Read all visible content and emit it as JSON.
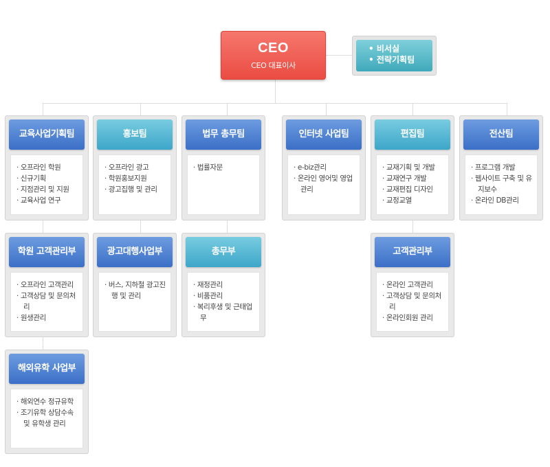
{
  "ceo": {
    "title": "CEO",
    "subtitle": "CEO 대표이사"
  },
  "support": {
    "items": [
      "비서실",
      "전략기획팀"
    ]
  },
  "departments": [
    {
      "name": "교육사업기획팀",
      "items": [
        "오프라인 학원",
        "신규기획",
        "지점관리 및 지원",
        "교육사업 연구"
      ]
    },
    {
      "name": "홍보팀",
      "items": [
        "오프라인 광고",
        "학원홍보지원",
        "광고집행 및 관리"
      ]
    },
    {
      "name": "법무 총무팀",
      "items": [
        "법률자문"
      ]
    },
    {
      "name": "인터넷 사업팀",
      "items": [
        "e-biz관리",
        "온라인 영어및 영업관리"
      ]
    },
    {
      "name": "편집팀",
      "items": [
        "교재기획 및 개발",
        "교재연구 개발",
        "교재편집 디자인",
        "교정교열"
      ]
    },
    {
      "name": "전산팀",
      "items": [
        "프로그램 개발",
        "웹사이트 구축 및 유지보수",
        "온라인 DB관리"
      ]
    },
    {
      "name": "학원 고객관리부",
      "items": [
        "오프라인 고객관리",
        "고객상담 및 문의처리",
        "원생관리"
      ]
    },
    {
      "name": "광고대행사업부",
      "items": [
        "버스, 지하철 광고진행 및 관리"
      ]
    },
    {
      "name": "총무부",
      "items": [
        "재정관리",
        "비품관리",
        "복리후생 및 근태업무"
      ]
    },
    {
      "name": "고객관리부",
      "items": [
        "온라인 고객관리",
        "고객상담 및 문의처리",
        "온라인회원 관리"
      ]
    },
    {
      "name": "해외유학 사업부",
      "items": [
        "해외연수 정규유학",
        "조기유학 상담수속 및 유학생 관리"
      ]
    }
  ]
}
